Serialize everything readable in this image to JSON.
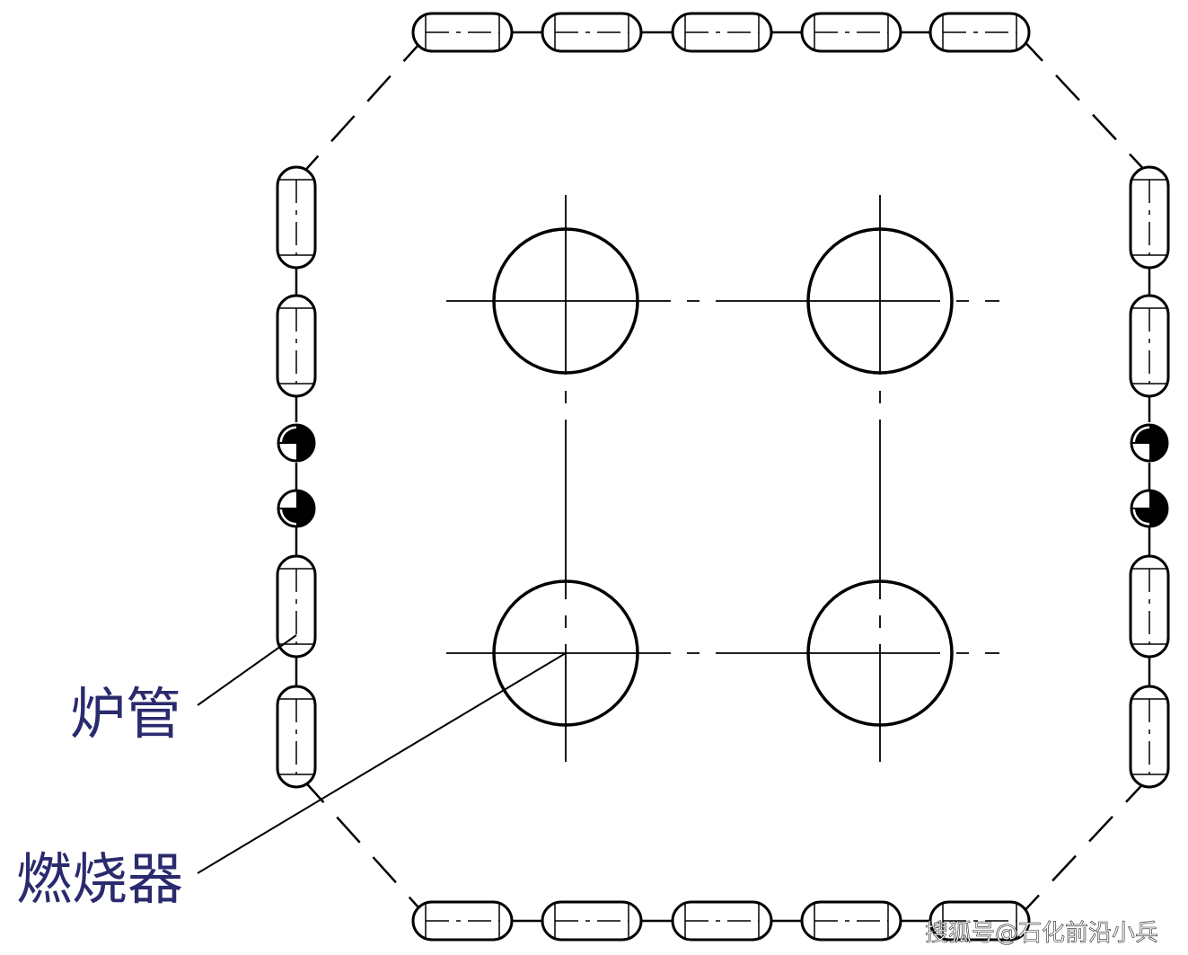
{
  "labels": {
    "furnace_tube": "炉管",
    "burner": "燃烧器"
  },
  "watermark": "搜狐号@石化前沿小兵",
  "colors": {
    "line": "#000000",
    "label_text": "#2a2a6e",
    "background": "#ffffff"
  },
  "legend": {
    "tube_symbol": "obround-with-centerline",
    "thermocouple_symbol": "half-filled-circle",
    "burner_symbol": "circle-with-crosshair"
  }
}
